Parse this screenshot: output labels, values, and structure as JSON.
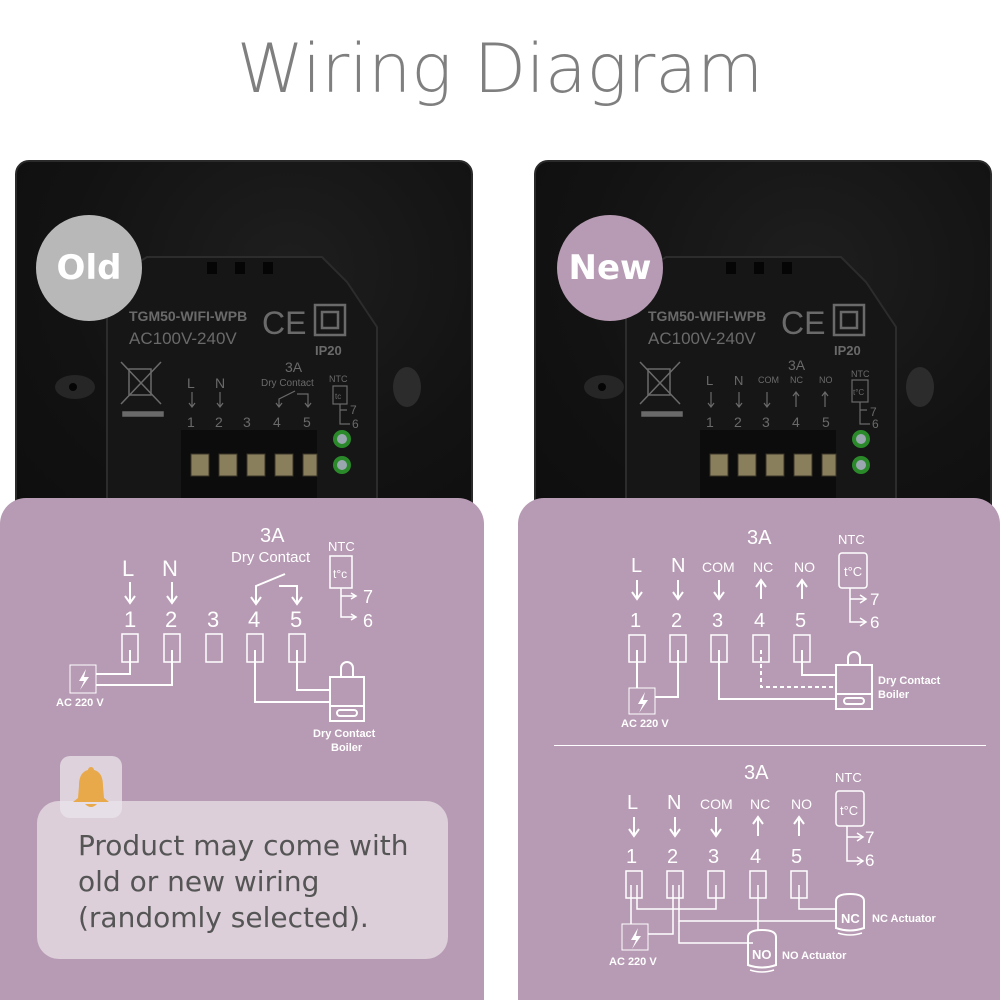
{
  "title": "Wiring Diagram",
  "colors": {
    "panel_bg": "#b79ab3",
    "old_badge": "#b8b8b8",
    "new_badge": "#b79ab3",
    "note_bg": "#dccfd9",
    "bell": "#e8a94a",
    "title_text": "#7f7f7f"
  },
  "old": {
    "badge": "Old",
    "device": {
      "model": "TGM50-WIFI-WPB",
      "voltage": "AC100V-240V",
      "ce_mark": "CE",
      "ip_rating": "IP20",
      "current": "3A",
      "contact_type": "Dry Contact",
      "ntc": "NTC",
      "ntc_symbol": "tc",
      "terminal_labels": [
        "L",
        "N",
        "",
        "",
        ""
      ],
      "terminal_numbers": [
        "1",
        "2",
        "3",
        "4",
        "5"
      ],
      "sensor_terminals": [
        "7",
        "6"
      ]
    },
    "diagram": {
      "current": "3A",
      "contact_type": "Dry Contact",
      "ntc": "NTC",
      "ntc_symbol": "t°c",
      "terminal_labels": [
        "L",
        "N",
        "",
        "",
        ""
      ],
      "terminal_numbers": [
        "1",
        "2",
        "3",
        "4",
        "5"
      ],
      "sensor_terminals": [
        "7",
        "6"
      ],
      "power_label": "AC 220 V",
      "boiler_label_line1": "Dry Contact",
      "boiler_label_line2": "Boiler"
    }
  },
  "new": {
    "badge": "New",
    "device": {
      "model": "TGM50-WIFI-WPB",
      "voltage": "AC100V-240V",
      "ce_mark": "CE",
      "ip_rating": "IP20",
      "current": "3A",
      "ntc": "NTC",
      "ntc_symbol": "t°C",
      "terminal_labels": [
        "L",
        "N",
        "COM",
        "NC",
        "NO"
      ],
      "terminal_numbers": [
        "1",
        "2",
        "3",
        "4",
        "5"
      ],
      "sensor_terminals": [
        "7",
        "6"
      ]
    },
    "diagram_boiler": {
      "current": "3A",
      "ntc": "NTC",
      "ntc_symbol": "t°C",
      "terminal_labels": [
        "L",
        "N",
        "COM",
        "NC",
        "NO"
      ],
      "terminal_numbers": [
        "1",
        "2",
        "3",
        "4",
        "5"
      ],
      "sensor_terminals": [
        "7",
        "6"
      ],
      "power_label": "AC 220 V",
      "boiler_label_line1": "Dry Contact",
      "boiler_label_line2": "Boiler"
    },
    "diagram_actuator": {
      "current": "3A",
      "ntc": "NTC",
      "ntc_symbol": "t°C",
      "terminal_labels": [
        "L",
        "N",
        "COM",
        "NC",
        "NO"
      ],
      "terminal_numbers": [
        "1",
        "2",
        "3",
        "4",
        "5"
      ],
      "sensor_terminals": [
        "7",
        "6"
      ],
      "power_label": "AC 220 V",
      "nc_actuator_mark": "NC",
      "nc_actuator_label": "NC Actuator",
      "no_actuator_mark": "NO",
      "no_actuator_label": "NO Actuator"
    }
  },
  "note": {
    "icon": "bell-icon",
    "text": "Product may come with old or new wiring (randomly selected)."
  }
}
